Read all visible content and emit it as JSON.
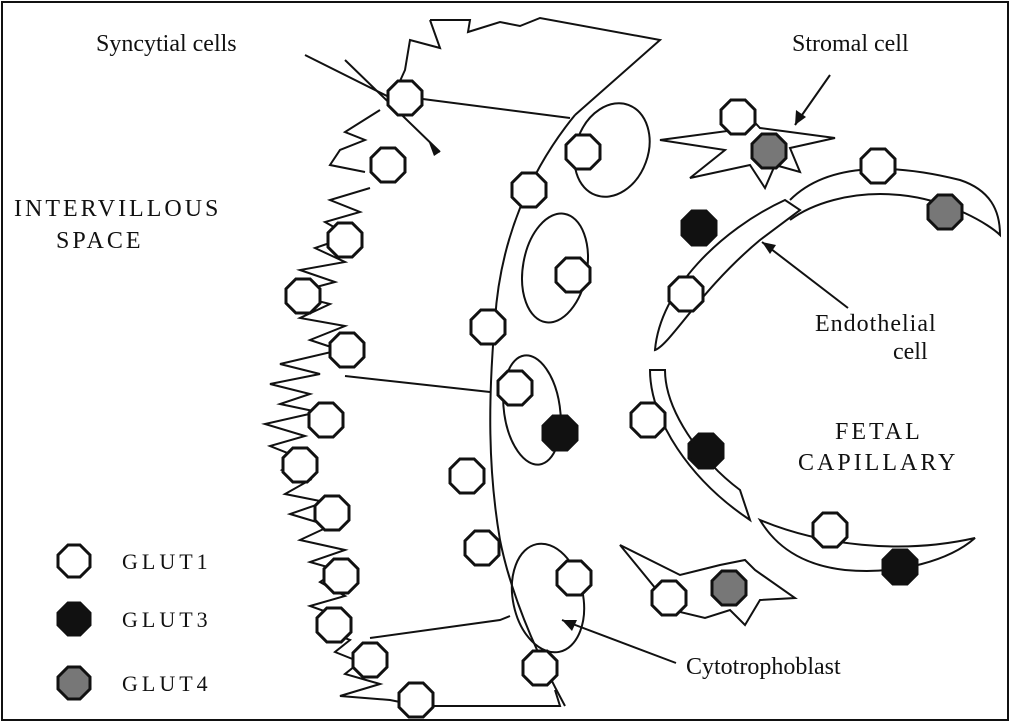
{
  "labels": {
    "syncytial": "Syncytial cells",
    "stromal": "Stromal cell",
    "intervillous_1": "INTERVILLOUS",
    "intervillous_2": "SPACE",
    "endothelial_1": "Endothelial",
    "endothelial_2": "cell",
    "fetal_1": "FETAL",
    "fetal_2": "CAPILLARY",
    "cytotrophoblast": "Cytotrophoblast"
  },
  "legend": [
    {
      "label": "GLUT1",
      "fill": "#ffffff"
    },
    {
      "label": "GLUT3",
      "fill": "#111111"
    },
    {
      "label": "GLUT4",
      "fill": "#777777"
    }
  ],
  "colors": {
    "line": "#111111",
    "glut1": "#ffffff",
    "glut3": "#111111",
    "glut4": "#777777"
  }
}
